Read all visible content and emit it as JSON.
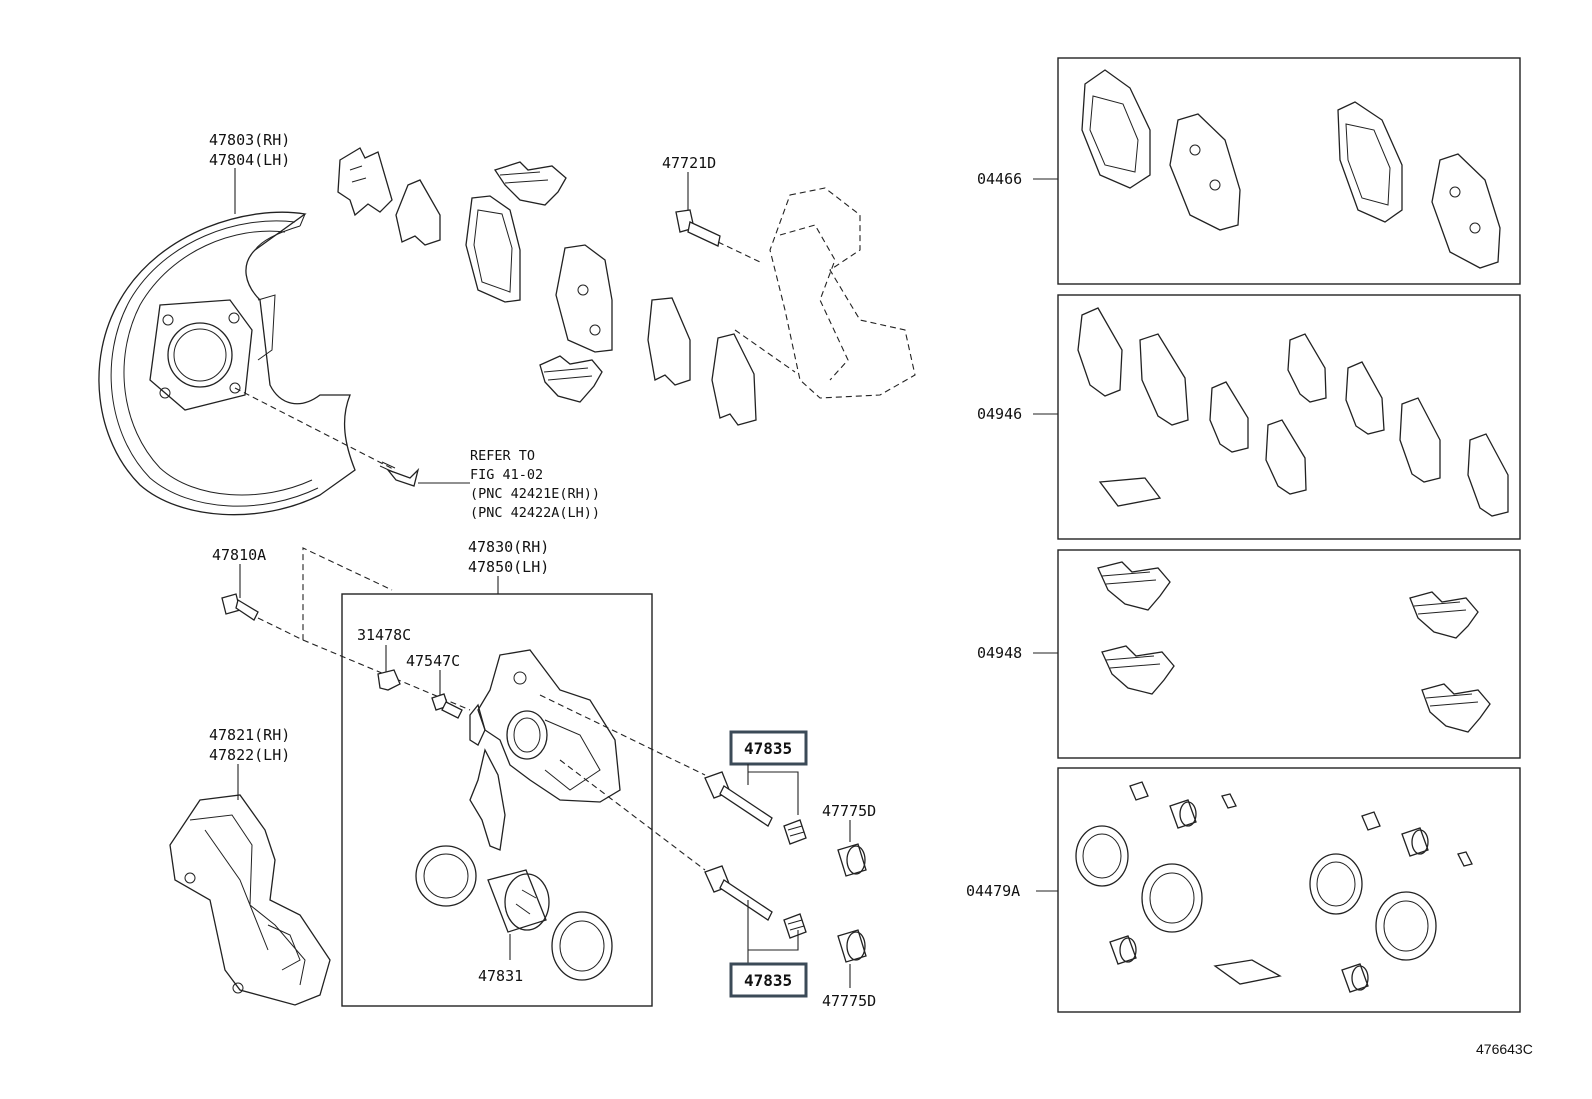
{
  "figure_id": "476643C",
  "labels": {
    "backing_plate_rh": "47803(RH)",
    "backing_plate_lh": "47804(LH)",
    "bolt_top": "47721D",
    "refer_1": "REFER TO",
    "refer_2": "FIG 41-02",
    "refer_3": "(PNC 42421E(RH))",
    "refer_4": "(PNC 42422A(LH))",
    "bolt_left": "47810A",
    "caliper_rh": "47830(RH)",
    "caliper_lh": "47850(LH)",
    "cap": "31478C",
    "bleeder": "47547C",
    "mounting_rh": "47821(RH)",
    "mounting_lh": "47822(LH)",
    "pin_top": "47835",
    "pin_bottom": "47835",
    "boot_top": "47775D",
    "boot_bottom": "47775D",
    "piston": "47831"
  },
  "kits": [
    {
      "code": "04466"
    },
    {
      "code": "04946"
    },
    {
      "code": "04948"
    },
    {
      "code": "04479A"
    }
  ],
  "highlight_color": "#3b4a57"
}
